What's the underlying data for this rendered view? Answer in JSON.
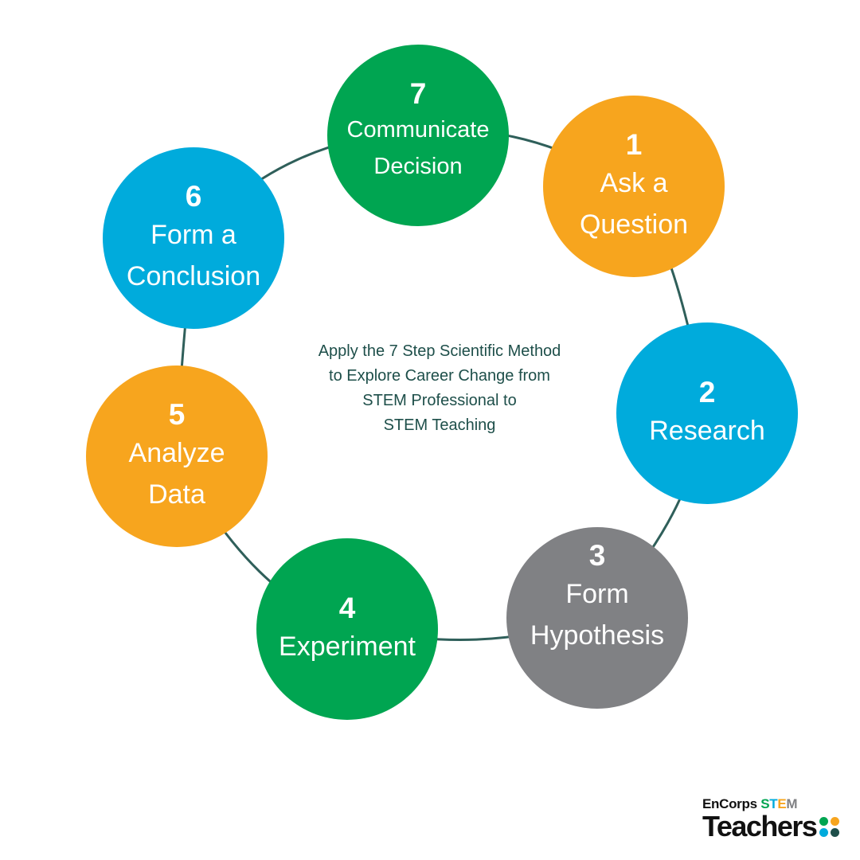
{
  "center_text": [
    "Apply the 7 Step Scientific Method",
    "to Explore Career Change from",
    "STEM Professional to",
    "STEM Teaching"
  ],
  "steps": [
    {
      "number": "1",
      "label": "Ask a\nQuestion",
      "color": "#f7a51e"
    },
    {
      "number": "2",
      "label": "Research",
      "color": "#00abdc"
    },
    {
      "number": "3",
      "label": "Form\nHypothesis",
      "color": "#808184"
    },
    {
      "number": "4",
      "label": "Experiment",
      "color": "#00a551"
    },
    {
      "number": "5",
      "label": "Analyze\nData",
      "color": "#f7a51e"
    },
    {
      "number": "6",
      "label": "Form a\nConclusion",
      "color": "#00abdc"
    },
    {
      "number": "7",
      "label": "Communicate\nDecision",
      "color": "#00a551"
    }
  ],
  "logo": {
    "top_prefix": "EnCorps",
    "top_letters": [
      "S",
      "T",
      "E",
      "M"
    ],
    "bottom": "Teachers",
    "dot_colors": [
      "#00a551",
      "#f7a51e",
      "#00abdc",
      "#1e4f4a"
    ]
  },
  "ring_color": "#2f5f5a"
}
